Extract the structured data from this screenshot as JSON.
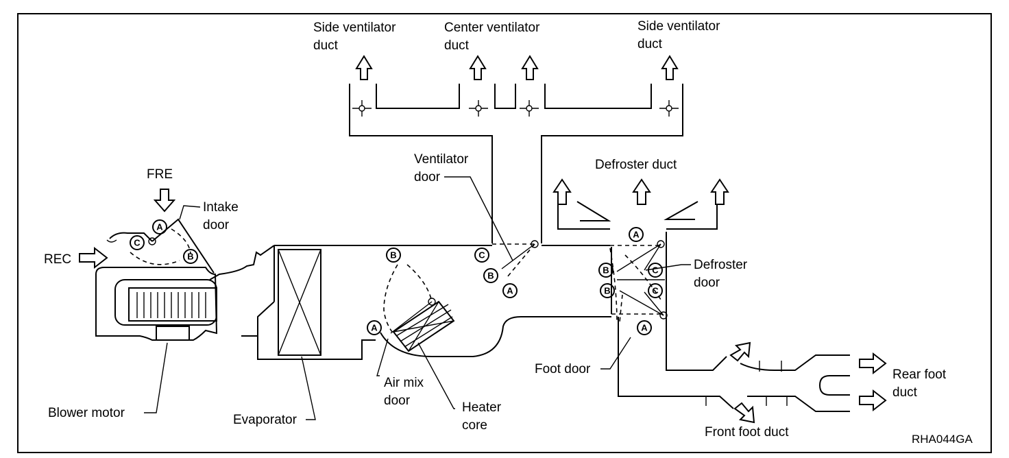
{
  "labels": {
    "side_vent_left": [
      "Side  ventilator",
      "duct"
    ],
    "center_vent": [
      "Center  ventilator",
      "duct"
    ],
    "side_vent_right": [
      "Side  ventilator",
      "duct"
    ],
    "defroster_duct": "Defroster  duct",
    "ventilator_door": [
      "Ventilator",
      "door"
    ],
    "fre": "FRE",
    "intake_door": [
      "Intake",
      "door"
    ],
    "rec": "REC",
    "defroster_door": [
      "Defroster",
      "door"
    ],
    "foot_door": "Foot  door",
    "rear_foot_duct": [
      "Rear  foot",
      "duct"
    ],
    "air_mix_door": [
      "Air  mix",
      "door"
    ],
    "heater_core": [
      "Heater",
      "core"
    ],
    "blower_motor": "Blower  motor",
    "evaporator": "Evaporator",
    "front_foot_duct": "Front  foot  duct",
    "figure_code": "RHA044GA"
  },
  "positions": {
    "a": "A",
    "b": "B",
    "c": "C"
  }
}
